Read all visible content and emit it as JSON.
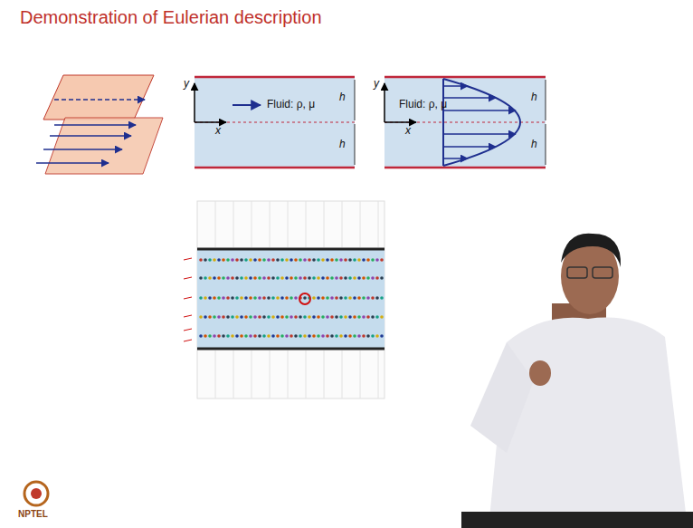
{
  "diagram": {
    "title": "Demonstration of Eulerian description",
    "nodes": [
      {
        "text": [
          "Fluid: ρ, μ",
          "h",
          "h"
        ]
      },
      {
        "text": [
          "Fluid: ρ, μ",
          "h",
          "h"
        ]
      }
    ],
    "labels": [
      "y",
      "x",
      "y",
      "x",
      "NPTEL"
    ]
  }
}
